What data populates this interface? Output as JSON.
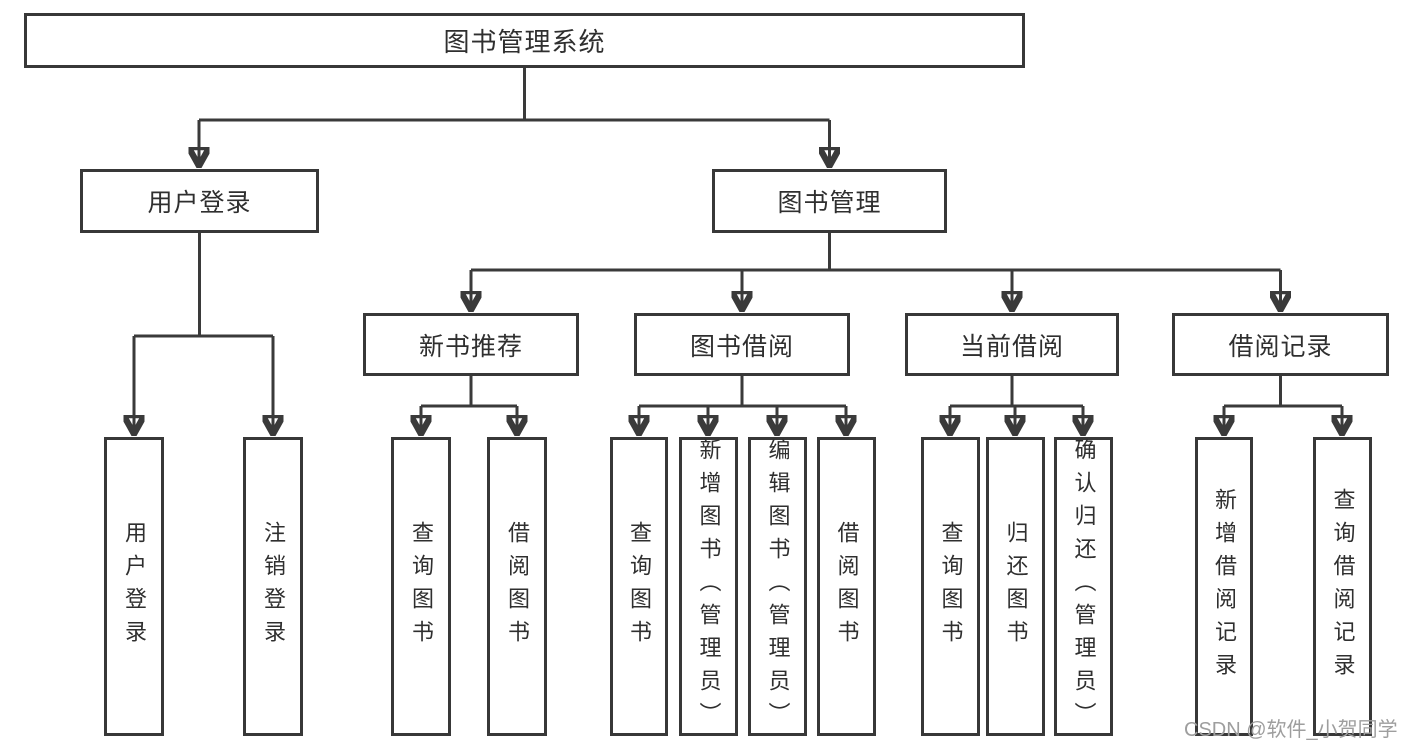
{
  "diagram_title": "图书管理系统",
  "tree": {
    "label": "图书管理系统",
    "children": [
      {
        "label": "用户登录",
        "children": [
          {
            "label": "用户登录"
          },
          {
            "label": "注销登录"
          }
        ]
      },
      {
        "label": "图书管理",
        "children": [
          {
            "label": "新书推荐",
            "children": [
              {
                "label": "查询图书"
              },
              {
                "label": "借阅图书"
              }
            ]
          },
          {
            "label": "图书借阅",
            "children": [
              {
                "label": "查询图书"
              },
              {
                "label": "新增图书（管理员）"
              },
              {
                "label": "编辑图书（管理员）"
              },
              {
                "label": "借阅图书"
              }
            ]
          },
          {
            "label": "当前借阅",
            "children": [
              {
                "label": "查询图书"
              },
              {
                "label": "归还图书"
              },
              {
                "label": "确认归还（管理员）"
              }
            ]
          },
          {
            "label": "借阅记录",
            "children": [
              {
                "label": "新增借阅记录"
              },
              {
                "label": "查询借阅记录"
              }
            ]
          }
        ]
      }
    ]
  },
  "watermark": {
    "text": "CSDN @软件_小贺同学"
  },
  "colors": {
    "line": "#3a3a3a",
    "box_border": "#383838",
    "text": "#2f2f2f",
    "watermark": "#9e9e9e",
    "background": "#ffffff"
  }
}
